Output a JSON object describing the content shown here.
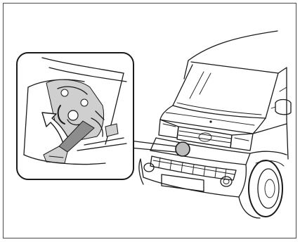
{
  "illustration": {
    "callout_shape": "rounded-rectangle",
    "highlight_marker": "circle",
    "arrow_direction": "upward",
    "colors": {
      "line": "#1a1a1a",
      "frame": "#4a4a4a",
      "lever_fill": "#8d8d8d",
      "shade_fill": "#cfcfcf",
      "marker_fill": "#bdbdbd"
    }
  }
}
